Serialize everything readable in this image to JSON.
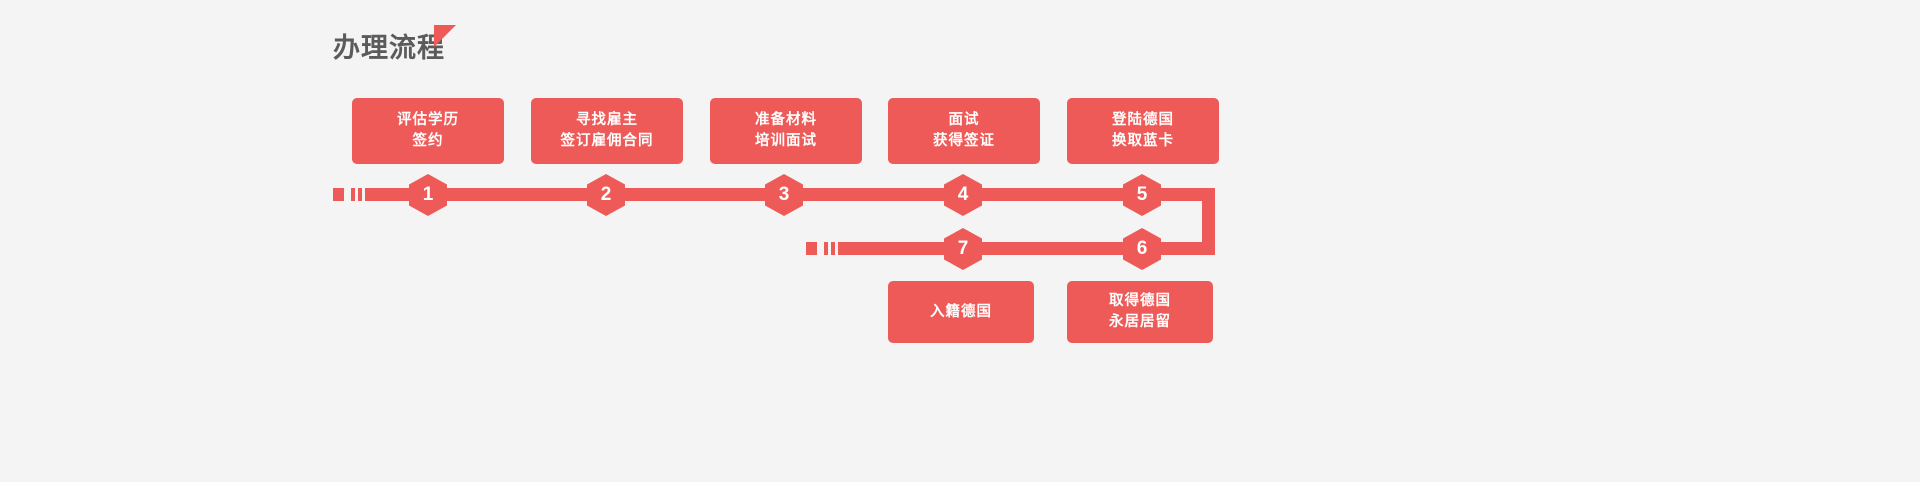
{
  "background_color": "#f4f4f4",
  "accent_color": "#ee5a57",
  "title_color": "#5b5b5b",
  "header": {
    "title": "办理流程",
    "decoration": "triangle-accent"
  },
  "flow": {
    "top_cards": [
      {
        "line1": "评估学历",
        "line2": "签约"
      },
      {
        "line1": "寻找雇主",
        "line2": "签订雇佣合同"
      },
      {
        "line1": "准备材料",
        "line2": "培训面试"
      },
      {
        "line1": "面试",
        "line2": "获得签证"
      },
      {
        "line1": "登陆德国",
        "line2": "换取蓝卡"
      }
    ],
    "bottom_cards": [
      {
        "line1": "入籍德国",
        "line2": ""
      },
      {
        "line1": "取得德国",
        "line2": "永居居留"
      }
    ],
    "steps_row1": [
      "1",
      "2",
      "3",
      "4",
      "5"
    ],
    "steps_row2": [
      "7",
      "6"
    ]
  }
}
